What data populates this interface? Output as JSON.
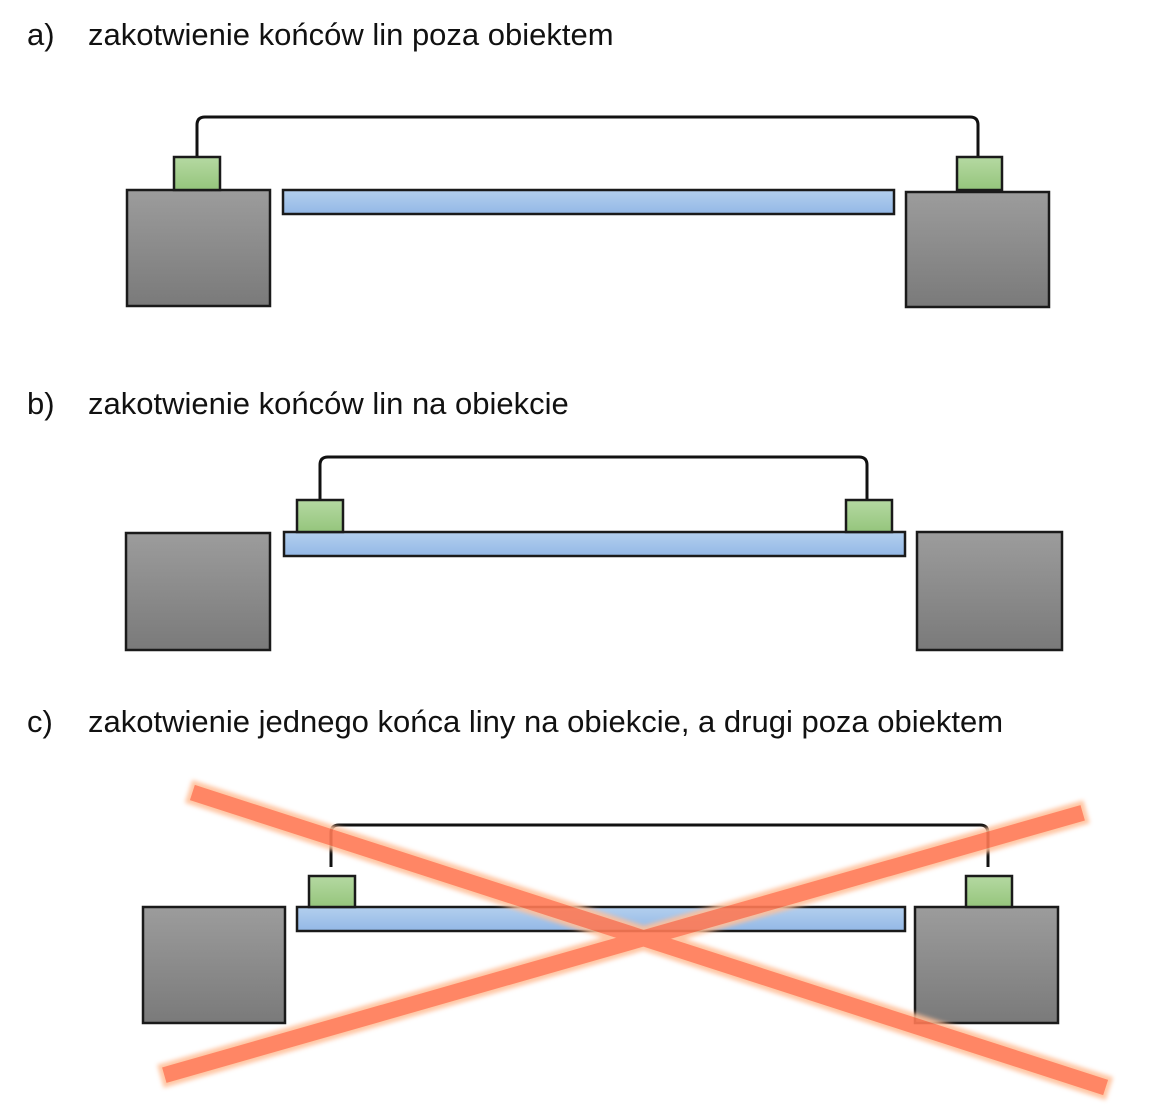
{
  "sections": [
    {
      "label": "a)",
      "text": "zakotwienie końców lin poza obiektem"
    },
    {
      "label": "b)",
      "text": "zakotwienie końców lin na obiekcie"
    },
    {
      "label": "c)",
      "text": "zakotwienie jednego końca liny na obiekcie, a drugi poza obiektem"
    }
  ],
  "colors": {
    "block": "#8c8c8c",
    "anchor": "#a6d18f",
    "beam": "#a3c4ea",
    "cross": "#ff7a55"
  }
}
